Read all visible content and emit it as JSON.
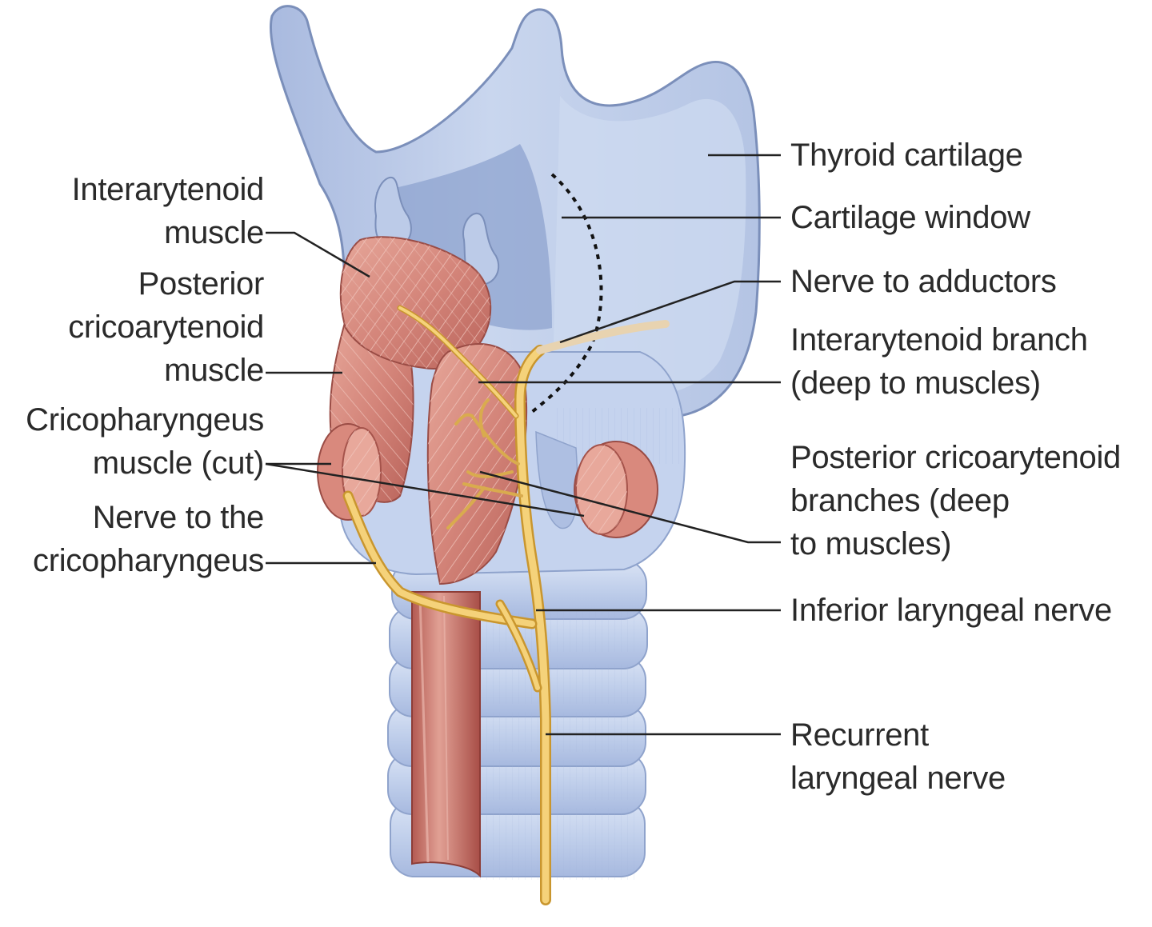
{
  "labels": {
    "interarytenoid_muscle": [
      "Interarytenoid",
      "muscle"
    ],
    "posterior_cricoarytenoid_muscle": [
      "Posterior",
      "cricoarytenoid",
      "muscle"
    ],
    "cricopharyngeus_muscle": [
      "Cricopharyngeus",
      "muscle (cut)"
    ],
    "nerve_to_cricopharyngeus": [
      "Nerve to the",
      "cricopharyngeus"
    ],
    "thyroid_cartilage": [
      "Thyroid cartilage"
    ],
    "cartilage_window": [
      "Cartilage window"
    ],
    "nerve_to_adductors": [
      "Nerve to adductors"
    ],
    "interarytenoid_branch": [
      "Interarytenoid branch",
      "(deep to muscles)"
    ],
    "posterior_cricoarytenoid_branches": [
      "Posterior cricoarytenoid",
      "branches (deep",
      "to muscles)"
    ],
    "inferior_laryngeal_nerve": [
      "Inferior laryngeal nerve"
    ],
    "recurrent_laryngeal_nerve": [
      "Recurrent",
      "laryngeal nerve"
    ]
  },
  "colors": {
    "cartilage": "#c3d1ea",
    "cartilage_shadow": "#96aad0",
    "cartilage_outline": "#7b8fba",
    "muscle": "#d98a7e",
    "muscle_dark": "#b35a50",
    "nerve": "#f3cc72",
    "nerve_outline": "#c9962e",
    "leader_line": "#222222"
  }
}
